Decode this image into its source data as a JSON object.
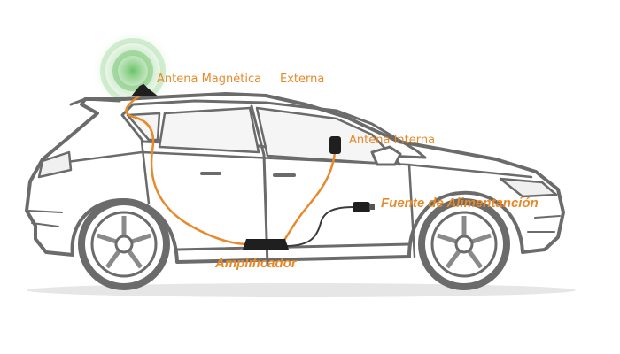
{
  "labels": {
    "magnetic_antenna": "Antena Magnética",
    "external": "Externa",
    "internal_antenna": "Antena Interna",
    "power_supply": "Fuente de Alimentanción",
    "amplifier": "Amplificador"
  },
  "colors": {
    "accent": "#e8892a",
    "car_outline": "#6b6b6b",
    "signal_glow": "#6cc36a"
  }
}
